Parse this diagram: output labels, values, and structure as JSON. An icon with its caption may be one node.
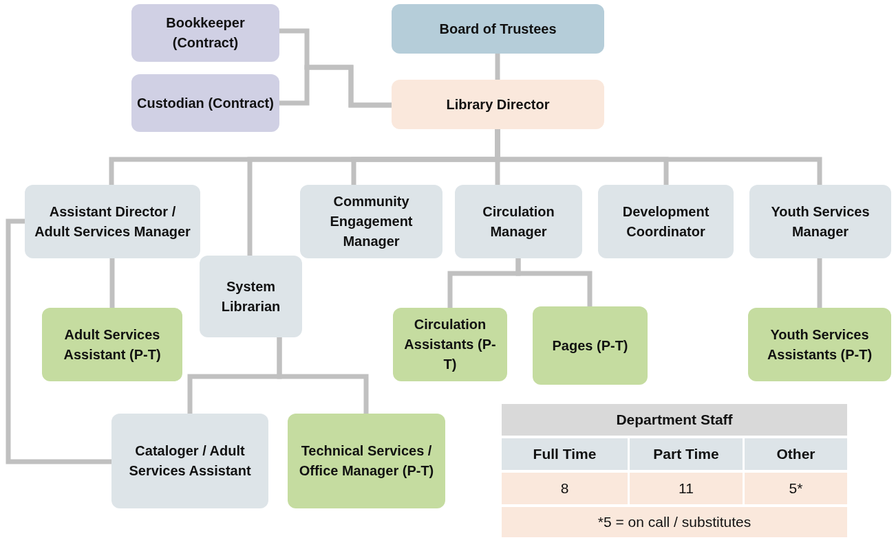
{
  "diagram": {
    "nodes": [
      {
        "text": [
          "Board of Trustees"
        ]
      },
      {
        "text": [
          "Bookkeeper (Contract)"
        ]
      },
      {
        "text": [
          "Custodian (Contract)"
        ]
      },
      {
        "text": [
          "Library Director"
        ]
      },
      {
        "text": [
          "Assistant Director / Adult Services Manager"
        ]
      },
      {
        "text": [
          "System Librarian"
        ]
      },
      {
        "text": [
          "Community Engagement Manager"
        ]
      },
      {
        "text": [
          "Circulation Manager"
        ]
      },
      {
        "text": [
          "Development Coordinator"
        ]
      },
      {
        "text": [
          "Youth Services Manager"
        ]
      },
      {
        "text": [
          "Adult Services Assistant (P-T)"
        ]
      },
      {
        "text": [
          "Circulation Assistants (P-T)"
        ]
      },
      {
        "text": [
          "Pages (P-T)"
        ]
      },
      {
        "text": [
          "Youth Services Assistants (P-T)"
        ]
      },
      {
        "text": [
          "Cataloger / Adult Services Assistant"
        ]
      },
      {
        "text": [
          "Technical Services / Office Manager (P-T)"
        ]
      }
    ],
    "edges": [
      {
        "from": 0,
        "to": 3,
        "arrow": "none"
      },
      {
        "from": 1,
        "to": 3,
        "arrow": "none"
      },
      {
        "from": 2,
        "to": 3,
        "arrow": "none"
      },
      {
        "from": 3,
        "to": 4,
        "arrow": "none"
      },
      {
        "from": 3,
        "to": 5,
        "arrow": "none"
      },
      {
        "from": 3,
        "to": 6,
        "arrow": "none"
      },
      {
        "from": 3,
        "to": 7,
        "arrow": "none"
      },
      {
        "from": 3,
        "to": 8,
        "arrow": "none"
      },
      {
        "from": 3,
        "to": 9,
        "arrow": "none"
      },
      {
        "from": 4,
        "to": 10,
        "arrow": "none"
      },
      {
        "from": 4,
        "to": 14,
        "arrow": "none"
      },
      {
        "from": 5,
        "to": 14,
        "arrow": "none"
      },
      {
        "from": 5,
        "to": 15,
        "arrow": "none"
      },
      {
        "from": 7,
        "to": 11,
        "arrow": "none"
      },
      {
        "from": 7,
        "to": 12,
        "arrow": "none"
      },
      {
        "from": 9,
        "to": 13,
        "arrow": "none"
      }
    ],
    "labels": [
      "Department Staff",
      "Full Time",
      "Part Time",
      "Other",
      "8",
      "11",
      "5*",
      "*5 = on call / substitutes"
    ]
  }
}
